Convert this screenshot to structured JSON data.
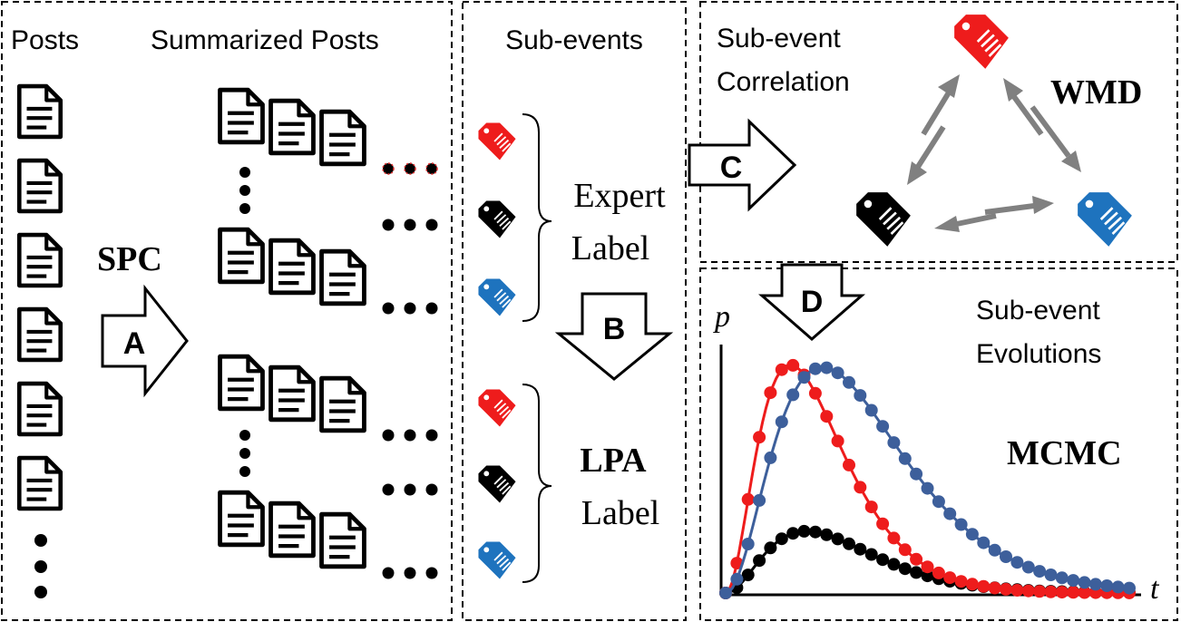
{
  "panels": {
    "posts": {
      "posts_label": "Posts",
      "summarized_label": "Summarized Posts",
      "method": "SPC",
      "arrow_label": "A"
    },
    "subevents": {
      "title": "Sub-events",
      "expert_label_line1": "Expert",
      "expert_label_line2": "Label",
      "lpa_label_line1": "LPA",
      "lpa_label_line2": "Label",
      "arrow_label": "B"
    },
    "correlation": {
      "title_line1": "Sub-event",
      "title_line2": "Correlation",
      "method": "WMD",
      "arrow_label": "C"
    },
    "evolution": {
      "title_line1": "Sub-event",
      "title_line2": "Evolutions",
      "method": "MCMC",
      "arrow_label": "D",
      "y_axis": "p",
      "x_axis": "t"
    }
  },
  "colors": {
    "red": "#ee1c1c",
    "black": "#000000",
    "blue": "#1e73be",
    "curve_blue": "#3d5f9b",
    "arrow_gray": "#808080"
  },
  "tag_icons": [
    "tag-icon-red",
    "tag-icon-black",
    "tag-icon-blue"
  ],
  "chart_data": {
    "type": "line",
    "xlabel": "t",
    "ylabel": "p",
    "series": [
      {
        "color": "red",
        "peak_x": 0.16,
        "peak_y": 0.96
      },
      {
        "color": "blue",
        "peak_x": 0.24,
        "peak_y": 0.95
      },
      {
        "color": "black",
        "peak_x": 0.2,
        "peak_y": 0.26
      }
    ]
  }
}
